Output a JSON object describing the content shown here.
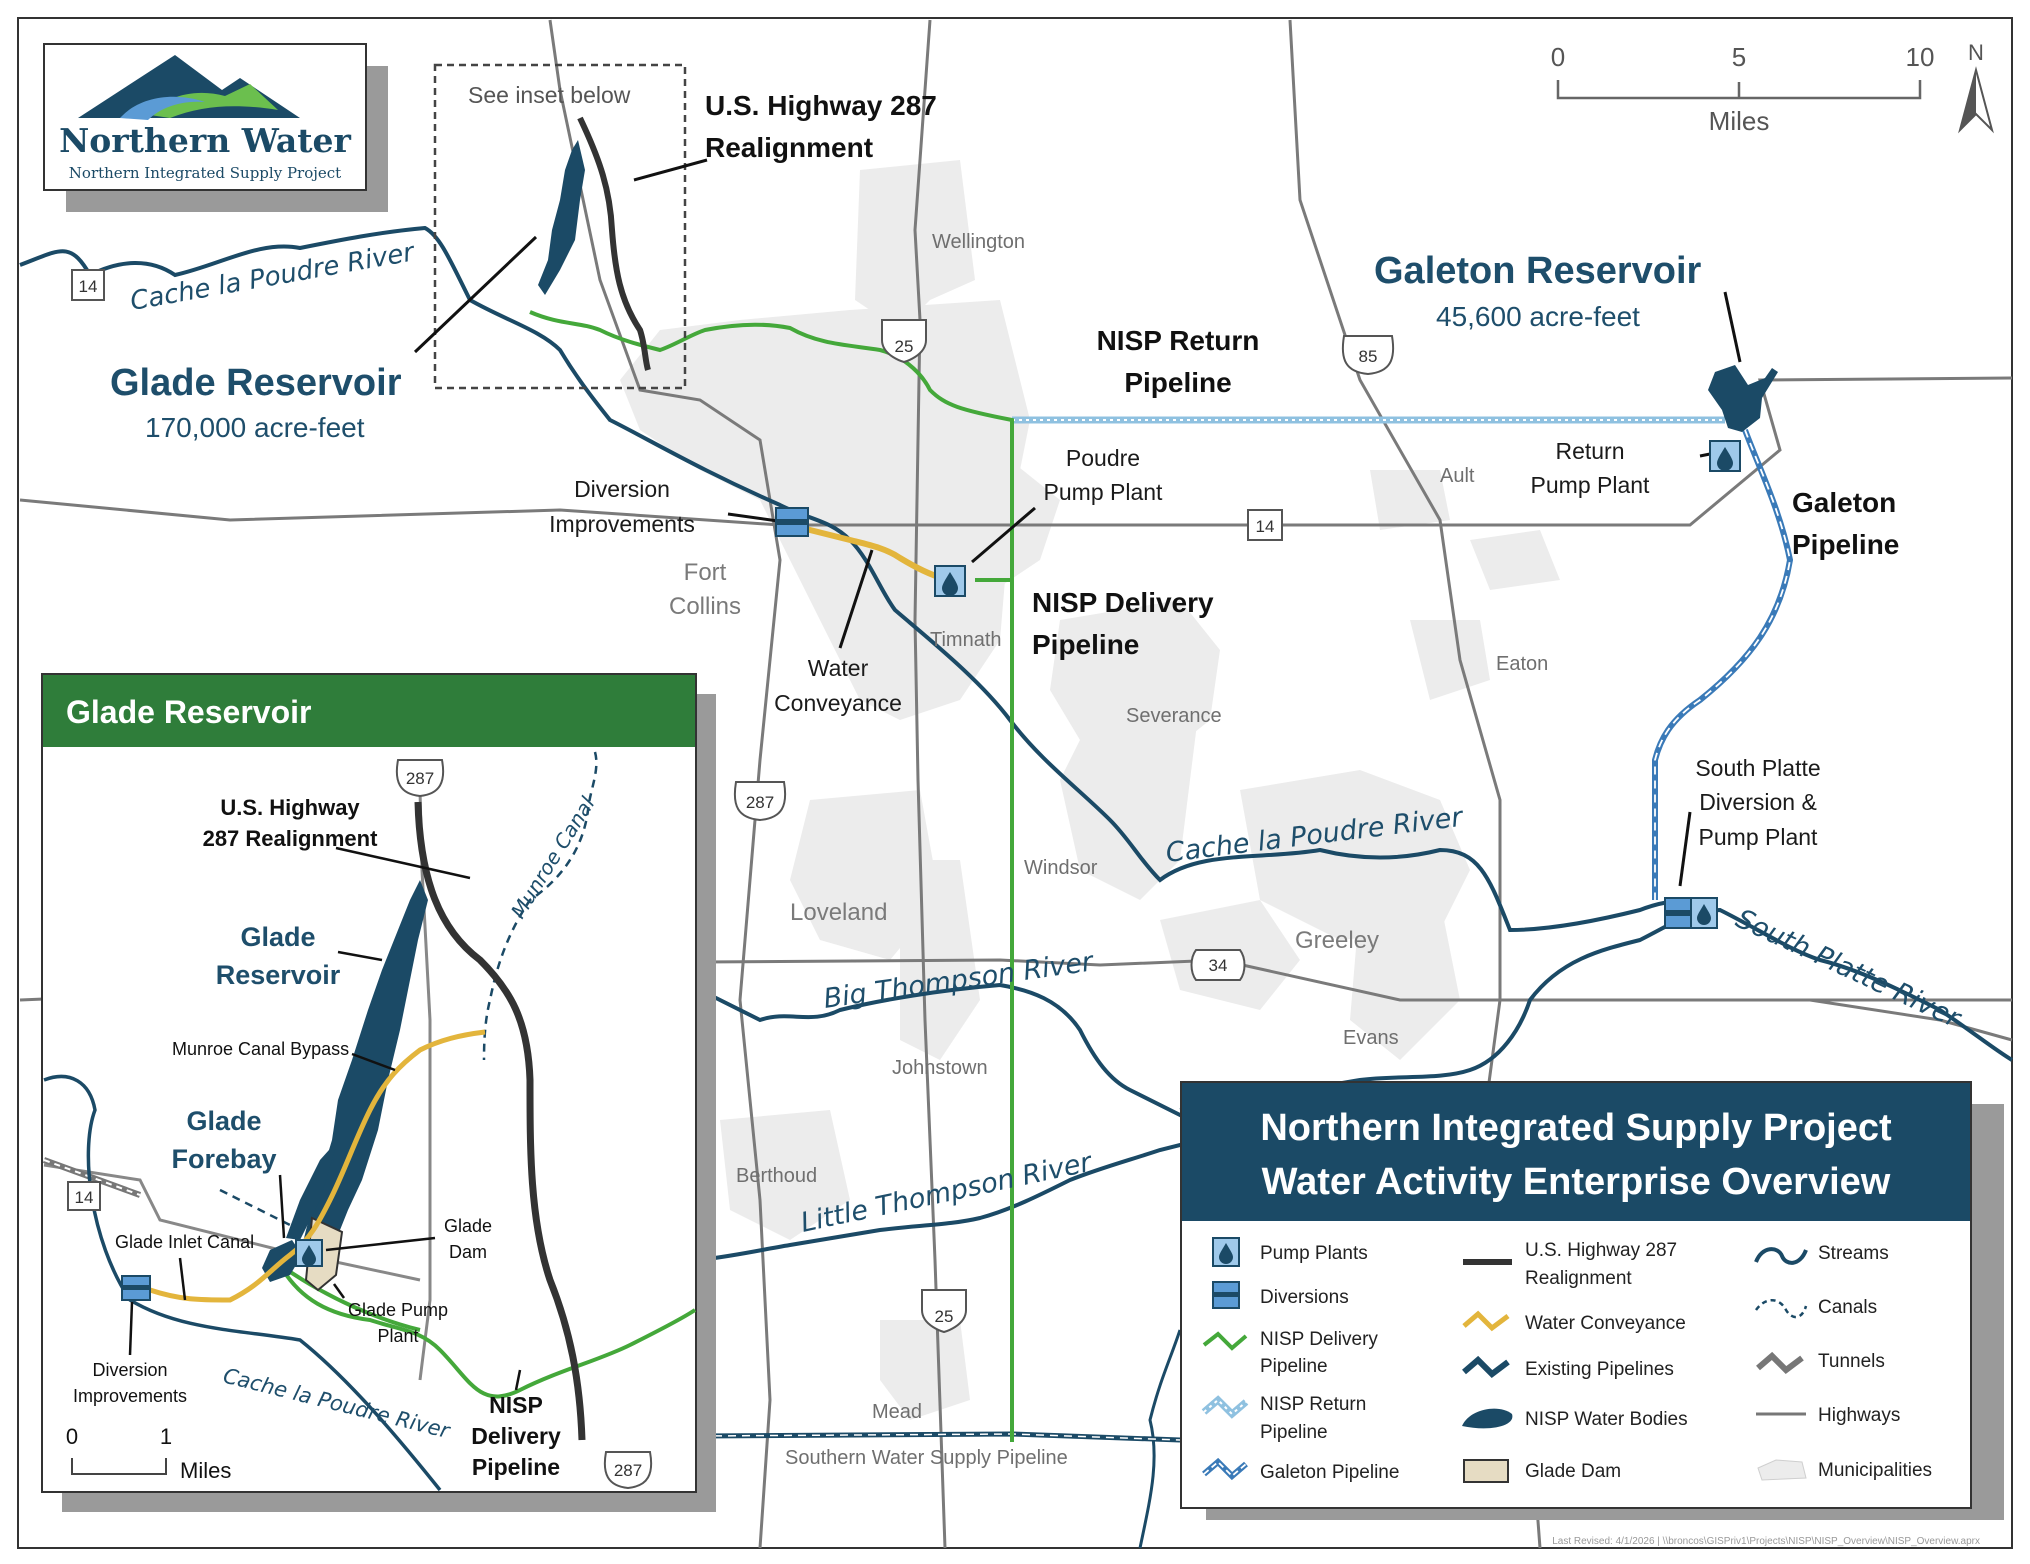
{
  "logo": {
    "name": "Northern Water",
    "subtitle": "Northern Integrated Supply Project"
  },
  "scale": {
    "ticks": [
      "0",
      "5",
      "10"
    ],
    "unit": "Miles",
    "north": "N"
  },
  "inset_note": "See inset below",
  "features": {
    "hwy287_line1": "U.S. Highway 287",
    "hwy287_line2": "Realignment",
    "glade_name": "Glade Reservoir",
    "glade_volume": "170,000 acre-feet",
    "galeton_name": "Galeton Reservoir",
    "galeton_volume": "45,600 acre-feet",
    "return_pipeline_line1": "NISP Return",
    "return_pipeline_line2": "Pipeline",
    "delivery_pipeline_line1": "NISP Delivery",
    "delivery_pipeline_line2": "Pipeline",
    "galeton_pipeline_line1": "Galeton",
    "galeton_pipeline_line2": "Pipeline",
    "diversion_line1": "Diversion",
    "diversion_line2": "Improvements",
    "poudre_pump_line1": "Poudre",
    "poudre_pump_line2": "Pump Plant",
    "return_pump_line1": "Return",
    "return_pump_line2": "Pump Plant",
    "water_conv_line1": "Water",
    "water_conv_line2": "Conveyance",
    "sp_line1": "South Platte",
    "sp_line2": "Diversion &",
    "sp_line3": "Pump Plant",
    "southern_supply": "Southern Water Supply Pipeline"
  },
  "towns": {
    "wellington": "Wellington",
    "fort": "Fort",
    "collins": "Collins",
    "timnath": "Timnath",
    "ault": "Ault",
    "eaton": "Eaton",
    "severance": "Severance",
    "windsor": "Windsor",
    "loveland": "Loveland",
    "greeley": "Greeley",
    "johnstown": "Johnstown",
    "evans": "Evans",
    "berthoud": "Berthoud",
    "mead": "Mead"
  },
  "rivers": {
    "poudre_nw": "Cache la Poudre River",
    "poudre_mid": "Cache la Poudre River",
    "big_thompson": "Big Thompson River",
    "little_thompson": "Little Thompson River",
    "south_platte": "South Platte River"
  },
  "shields": {
    "sh14_a": "14",
    "sh14_b": "14",
    "i25_a": "25",
    "i25_b": "25",
    "us85": "85",
    "us287": "287",
    "sh34": "34"
  },
  "inset": {
    "title": "Glade Reservoir",
    "hwy_line1": "U.S. Highway",
    "hwy_line2": "287 Realignment",
    "glade_line1": "Glade",
    "glade_line2": "Reservoir",
    "munroe_canal": "Munroe Canal",
    "munroe_bypass": "Munroe Canal Bypass",
    "forebay_line1": "Glade",
    "forebay_line2": "Forebay",
    "inlet_canal": "Glade Inlet Canal",
    "dam_line1": "Glade",
    "dam_line2": "Dam",
    "pump_line1": "Glade Pump",
    "pump_line2": "Plant",
    "div_line1": "Diversion",
    "div_line2": "Improvements",
    "poudre": "Cache la Poudre River",
    "nisp_line1": "NISP",
    "nisp_line2": "Delivery",
    "nisp_line3": "Pipeline",
    "shield_287_top": "287",
    "shield_287_bottom": "287",
    "shield_14": "14",
    "scale_0": "0",
    "scale_1": "1",
    "scale_unit": "Miles"
  },
  "legend": {
    "title_line1": "Northern Integrated Supply Project",
    "title_line2": "Water Activity Enterprise Overview",
    "col1": [
      "Pump Plants",
      "Diversions",
      "NISP Delivery|Pipeline",
      "NISP Return|Pipeline",
      "Galeton Pipeline"
    ],
    "col2": [
      "U.S. Highway 287|Realignment",
      "Water Conveyance",
      "Existing Pipelines",
      "NISP Water Bodies",
      "Glade Dam"
    ],
    "col3": [
      "Streams",
      "Canals",
      "Tunnels",
      "Highways",
      "Municipalities"
    ]
  },
  "footer": "Last Revised: 4/1/2026 | \\\\broncos\\GISPriv1\\Projects\\NISP\\NISP_Overview\\NISP_Overview.aprx",
  "colors": {
    "navy": "#1b4a66",
    "delivery_green": "#44a83a",
    "return_blue": "#8fc1e0",
    "galeton_blue": "#3a7ab8",
    "conveyance_yellow": "#e3b53c",
    "legend_green": "#2f7d3a",
    "muni_gray": "#ececec"
  }
}
